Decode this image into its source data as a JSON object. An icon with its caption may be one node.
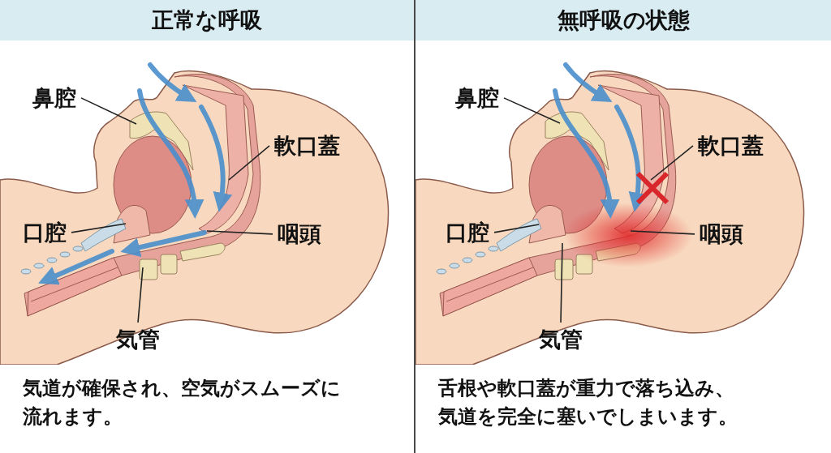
{
  "diagram": {
    "nodes": [
      {
        "text": [
          "正常な呼吸",
          "気道が確保され、空気がスムーズに流れます。"
        ]
      },
      {
        "text": [
          "無呼吸の状態",
          "舌根や軟口蓋が重力で落ち込み、気道を完全に塞いでしまいます。"
        ]
      },
      {
        "text": [
          "鼻腔"
        ],
        "in": 0
      },
      {
        "text": [
          "軟口蓋"
        ],
        "in": 0
      },
      {
        "text": [
          "口腔"
        ],
        "in": 0
      },
      {
        "text": [
          "咽頭"
        ],
        "in": 0
      },
      {
        "text": [
          "気管"
        ],
        "in": 0
      },
      {
        "text": [
          "鼻腔"
        ],
        "in": 1
      },
      {
        "text": [
          "軟口蓋"
        ],
        "in": 1
      },
      {
        "text": [
          "口腔"
        ],
        "in": 1
      },
      {
        "text": [
          "咽頭"
        ],
        "in": 1
      },
      {
        "text": [
          "気管"
        ],
        "in": 1
      }
    ],
    "edges": [
      {
        "from": 2,
        "to": null,
        "arrow": "none"
      },
      {
        "from": 3,
        "to": null,
        "arrow": "none"
      },
      {
        "from": 4,
        "to": null,
        "arrow": "none"
      },
      {
        "from": 5,
        "to": null,
        "arrow": "none"
      },
      {
        "from": 6,
        "to": null,
        "arrow": "none"
      },
      {
        "from": 7,
        "to": null,
        "arrow": "none"
      },
      {
        "from": 8,
        "to": null,
        "arrow": "none"
      },
      {
        "from": 9,
        "to": null,
        "arrow": "none"
      },
      {
        "from": 10,
        "to": null,
        "arrow": "none"
      },
      {
        "from": 11,
        "to": null,
        "arrow": "none"
      }
    ]
  }
}
